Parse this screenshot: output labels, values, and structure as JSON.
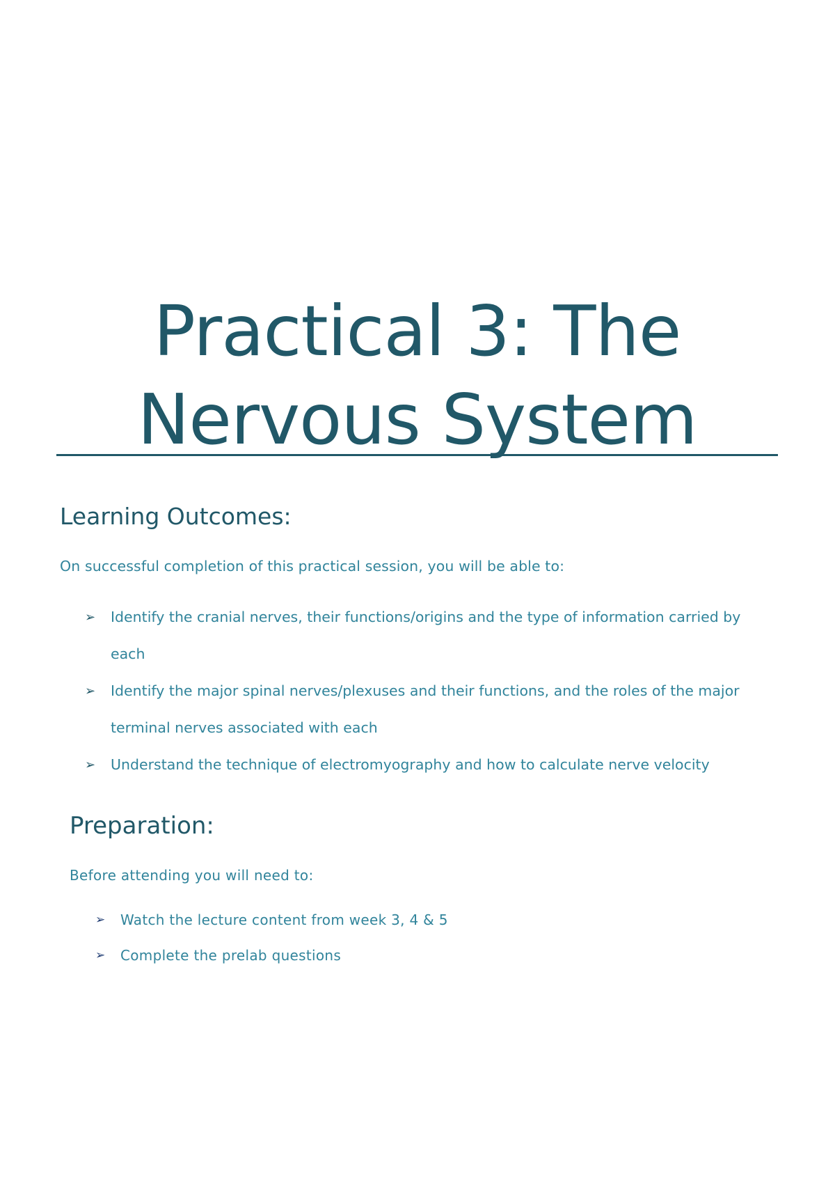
{
  "document": {
    "title_line1": "Practical 3: The",
    "title_line2": "Nervous System",
    "colors": {
      "heading": "#215868",
      "body": "#31849b",
      "bullet": "#215868"
    }
  },
  "learning_outcomes": {
    "heading": "Learning Outcomes:",
    "intro": "On successful completion of this practical session, you will be able to:",
    "bullet_icon": "arrowhead-bullet-icon",
    "bullet_glyph": "➢",
    "items": [
      {
        "text": "Identify the cranial nerves, their functions/origins and the type of information carried by each"
      },
      {
        "text": "Identify the major spinal nerves/plexuses and their functions, and the roles of the major terminal nerves associated with each"
      },
      {
        "text": "Understand the technique of electromyography and how to calculate nerve velocity"
      }
    ]
  },
  "preparation": {
    "heading": "Preparation:",
    "intro": "Before attending you will need to:",
    "bullet_glyph": "➢",
    "items": [
      {
        "text": "Watch the lecture content from week 3, 4 & 5"
      },
      {
        "text": "Complete the prelab questions"
      }
    ]
  }
}
